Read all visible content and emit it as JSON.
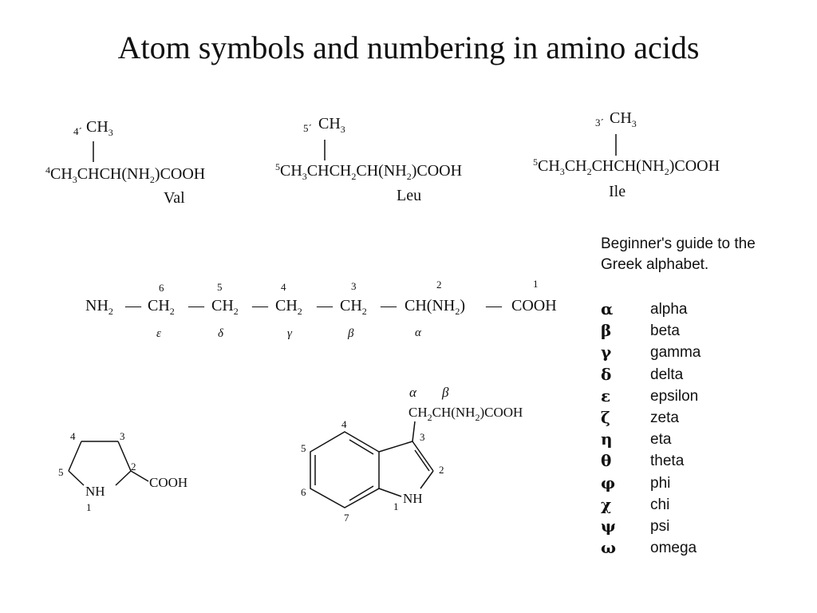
{
  "title": "Atom symbols and numbering in amino acids",
  "structures": {
    "val": {
      "methyl_num": "4´",
      "methyl_group": "CH",
      "methyl_sub": "3",
      "chain_pre": "4",
      "chain_a": "CH",
      "chain_a_sub": "3",
      "chain_b": "CHCH(NH",
      "chain_b_sub": "2",
      "chain_c": ")COOH",
      "name": "Val"
    },
    "leu": {
      "methyl_num": "5´",
      "methyl_group": "CH",
      "methyl_sub": "3",
      "chain_pre": "5",
      "chain_a": "CH",
      "chain_a_sub": "3",
      "chain_b": "CHCH",
      "chain_b_sub": "2",
      "chain_c": "CH(NH",
      "chain_c_sub": "2",
      "chain_d": ")COOH",
      "name": "Leu"
    },
    "ile": {
      "methyl_num": "3´",
      "methyl_group": "CH",
      "methyl_sub": "3",
      "chain_pre": "5",
      "chain_a": "CH",
      "chain_a_sub": "3",
      "chain_b": "CH",
      "chain_b_sub": "2",
      "chain_c": "CHCH(NH",
      "chain_c_sub": "2",
      "chain_d": ")COOH",
      "name": "Ile"
    },
    "lys": {
      "nh2": "NH",
      "nh2_sub": "2",
      "ch2": "CH",
      "ch2_sub": "2",
      "ch_nh2": "CH(NH",
      "ch_nh2_sub": "2",
      "ch_nh2_close": ")",
      "cooh": "COOH",
      "dash": "—",
      "numbers": [
        "6",
        "5",
        "4",
        "3",
        "2",
        "1"
      ],
      "greek": [
        "ε",
        "δ",
        "γ",
        "β",
        "α"
      ]
    },
    "pro": {
      "atom_numbers": [
        "1",
        "2",
        "3",
        "4",
        "5"
      ],
      "nh": "NH",
      "cooh": "COOH"
    },
    "trp": {
      "greek_alpha": "α",
      "greek_beta": "β",
      "side_a": "CH",
      "side_a_sub": "2",
      "side_b": "CH(NH",
      "side_b_sub": "2",
      "side_c": ")COOH",
      "nh": "NH",
      "atom_numbers": [
        "1",
        "2",
        "3",
        "4",
        "5",
        "6",
        "7"
      ]
    }
  },
  "greek_guide": {
    "title": "Beginner's guide to the Greek alphabet.",
    "letters": [
      {
        "symbol": "α",
        "name": "alpha"
      },
      {
        "symbol": "β",
        "name": "beta"
      },
      {
        "symbol": "γ",
        "name": "gamma"
      },
      {
        "symbol": "δ",
        "name": "delta"
      },
      {
        "symbol": "ε",
        "name": "epsilon"
      },
      {
        "symbol": "ζ",
        "name": "zeta"
      },
      {
        "symbol": "η",
        "name": "eta"
      },
      {
        "symbol": "θ",
        "name": "theta"
      },
      {
        "symbol": "φ",
        "name": "phi"
      },
      {
        "symbol": "χ",
        "name": "chi"
      },
      {
        "symbol": "ψ",
        "name": "psi"
      },
      {
        "symbol": "ω",
        "name": "omega"
      }
    ]
  }
}
